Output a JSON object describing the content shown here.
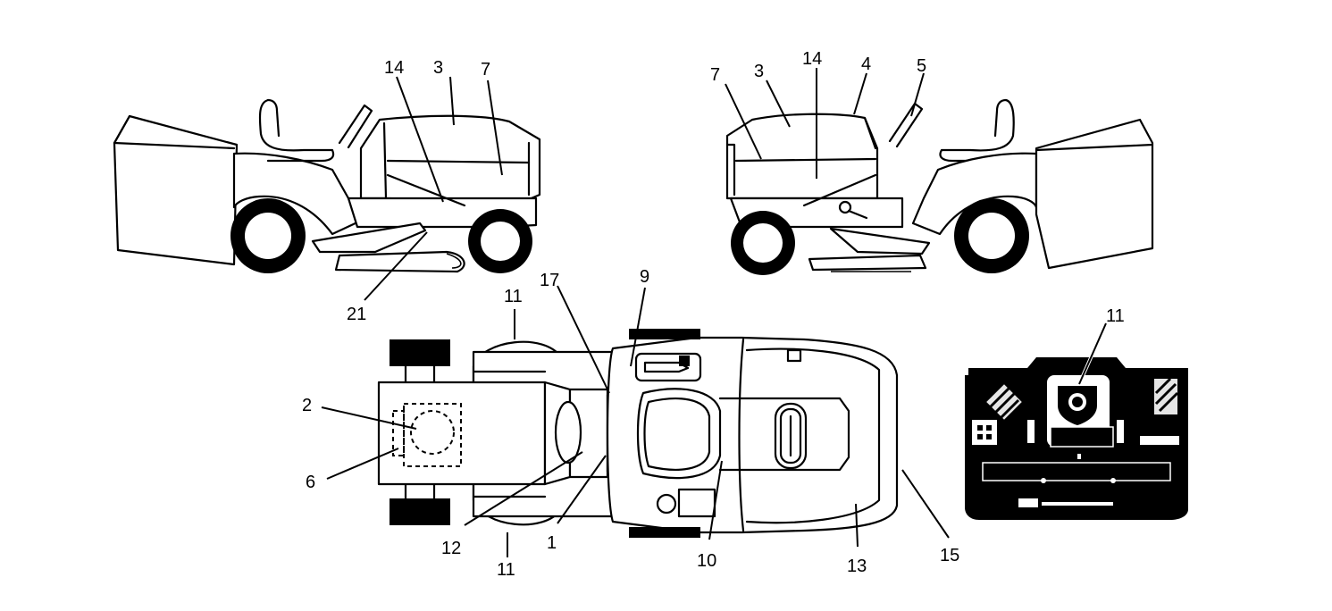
{
  "callouts": {
    "left_view": {
      "c14": "14",
      "c3": "3",
      "c7": "7",
      "c21": "21"
    },
    "right_view": {
      "c7": "7",
      "c3": "3",
      "c14": "14",
      "c4": "4",
      "c5": "5"
    },
    "top_view": {
      "c11_top": "11",
      "c17": "17",
      "c9": "9",
      "c2": "2",
      "c6": "6",
      "c12": "12",
      "c1": "1",
      "c11_bottom": "11",
      "c10": "10",
      "c13": "13",
      "c15": "15"
    },
    "panel_view": {
      "c11": "11"
    }
  }
}
